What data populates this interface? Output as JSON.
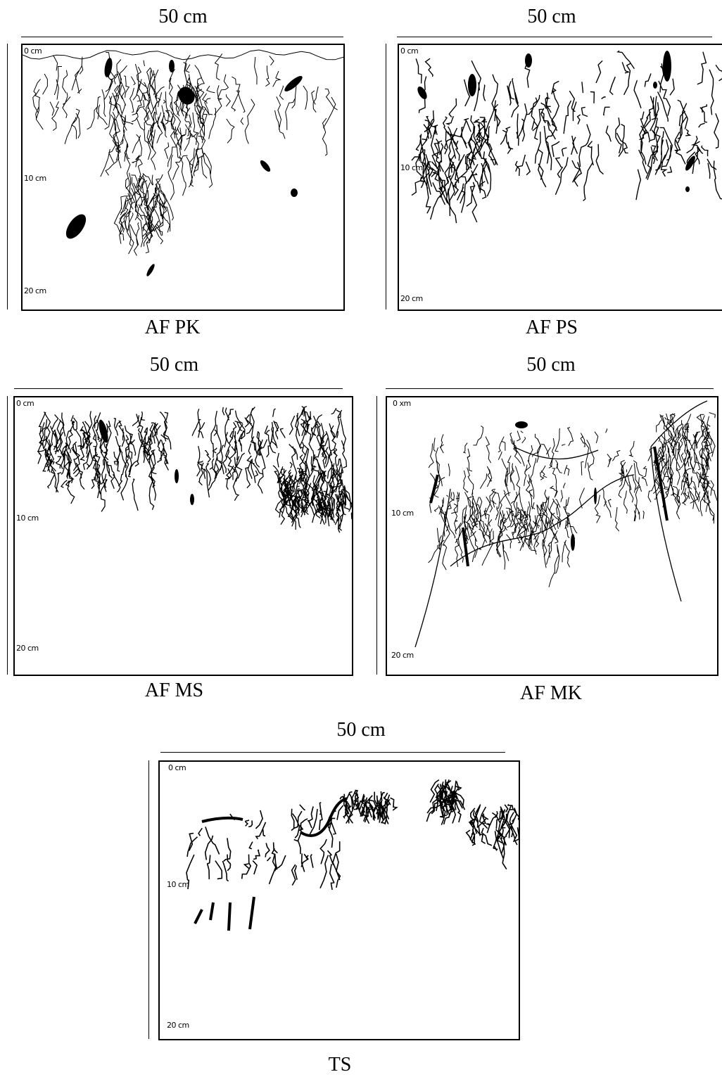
{
  "panels": [
    {
      "id": "af-pk",
      "scale_label": "50 cm",
      "caption": "AF PK",
      "depth_labels": [
        "0 cm",
        "10 cm",
        "20 cm"
      ]
    },
    {
      "id": "af-ps",
      "scale_label": "50 cm",
      "caption": "AF PS",
      "depth_labels": [
        "0 cm",
        "10 cm",
        "20 cm"
      ]
    },
    {
      "id": "af-ms",
      "scale_label": "50 cm",
      "caption": "AF MS",
      "depth_labels": [
        "0 cm",
        "10 cm",
        "20 cm"
      ]
    },
    {
      "id": "af-mk",
      "scale_label": "50 cm",
      "caption": "AF MK",
      "depth_labels": [
        "0 xm",
        "10 cm",
        "20 cm"
      ]
    },
    {
      "id": "ts",
      "scale_label": "50 cm",
      "caption": "TS",
      "depth_labels": [
        "0 cm",
        "10 cm",
        "20 cm"
      ]
    }
  ]
}
